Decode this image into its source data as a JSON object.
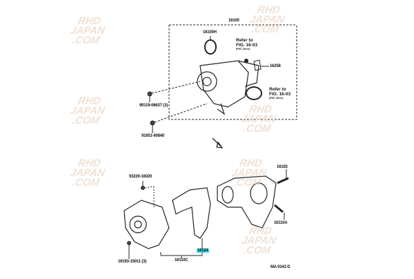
{
  "diagram": {
    "upper": {
      "assembly_label": "16100",
      "parts": [
        "16100H",
        "16258",
        "90119-06637 (3)",
        "91651-60840"
      ],
      "refer_notes": [
        {
          "line1": "Refer to",
          "line2": "FIG. 16-03",
          "line3": "(PNC 16xxx)"
        },
        {
          "line1": "Refer to",
          "line2": "FIG. 16-03",
          "line3": "(PNC 16xxx)"
        }
      ]
    },
    "lower": {
      "parts": [
        "93220-16020",
        "16193",
        "16110A",
        "16124",
        "16110C",
        "16193-15011 (3)"
      ],
      "highlighted_part": "16124",
      "highlight_color": "#34e0e8"
    },
    "figure_code": "MA 0343 D",
    "watermark": {
      "line1": "RHD",
      "line2": "JAPAN",
      "line3": ".COM"
    }
  }
}
